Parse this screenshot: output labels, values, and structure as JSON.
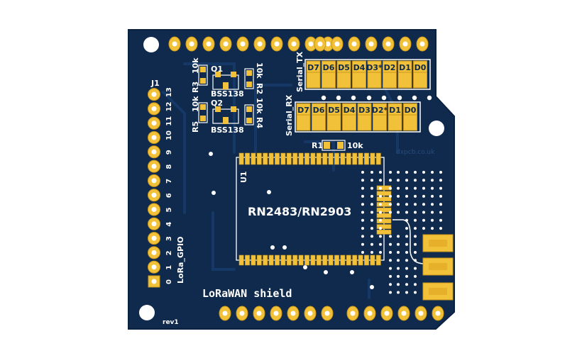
{
  "board": {
    "colors": {
      "pcb": "#0f2a4d",
      "pcb_edge": "#0b2140",
      "trace": "#163866",
      "gold": "#f2c13a",
      "gold_dark": "#c99618",
      "silk": "#ffffff"
    },
    "title": "LoRaWAN shield",
    "revision": "rev1",
    "module": {
      "ref": "U1",
      "label": "RN2483/RN2903"
    },
    "header_j1": {
      "ref": "J1",
      "name": "LoRa_GPIO",
      "pins": [
        "0",
        "1",
        "2",
        "3",
        "4",
        "5",
        "6",
        "7",
        "8",
        "9",
        "10",
        "11",
        "12",
        "13"
      ]
    },
    "serial_tx": {
      "name": "Serial_TX",
      "pins": [
        "D7",
        "D6",
        "D5",
        "D4",
        "D3*",
        "D2",
        "D1",
        "D0"
      ]
    },
    "serial_rx": {
      "name": "Serial_RX",
      "pins": [
        "D7",
        "D6",
        "D5",
        "D4",
        "D3",
        "D2*",
        "D1",
        "D0"
      ]
    },
    "transistors": [
      {
        "ref": "Q1",
        "part": "BSS138"
      },
      {
        "ref": "Q2",
        "part": "BSS138"
      }
    ],
    "resistors": [
      {
        "ref": "R1",
        "value": "10k"
      },
      {
        "ref": "R2",
        "value": "10k"
      },
      {
        "ref": "R3",
        "value": "10k"
      },
      {
        "ref": "R4",
        "value": "10k"
      },
      {
        "ref": "R5",
        "value": "10k"
      }
    ],
    "watermark": "dxpcb.co.uk"
  }
}
